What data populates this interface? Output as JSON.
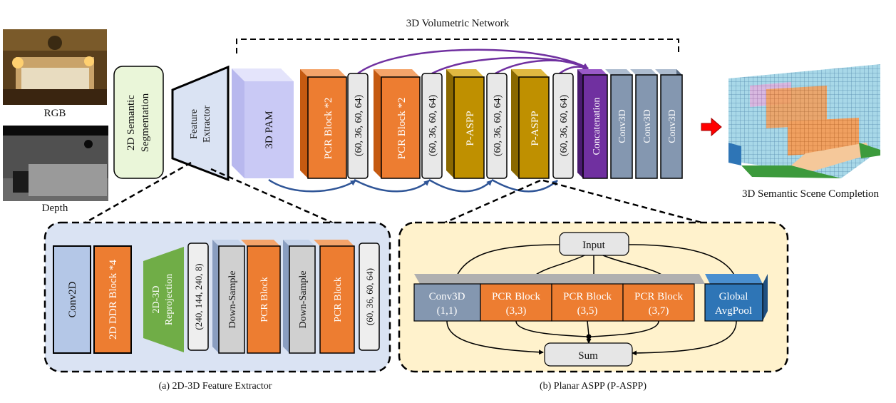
{
  "top": {
    "title": "3D Volumetric Network",
    "rgb_label": "RGB",
    "depth_label": "Depth",
    "seg_label_1": "2D Semantic",
    "seg_label_2": "Segmentation",
    "fe_label_1": "Feature",
    "fe_label_2": "Extractor",
    "pam_label": "3D PAM",
    "pcr1_label": "PCR Block *2",
    "shape1_label": "(60, 36, 60, 64)",
    "pcr2_label": "PCR Block *2",
    "shape2_label": "(60, 36, 60, 64)",
    "paspp1_label": "P-ASPP",
    "shape3_label": "(60, 36, 60, 64)",
    "paspp2_label": "P-ASPP",
    "shape4_label": "(60, 36, 60, 64)",
    "concat_label": "Concatenation",
    "conv3d_labels": [
      "Conv3D",
      "Conv3D",
      "Conv3D"
    ],
    "output_label": "3D Semantic Scene Completion"
  },
  "feature_extractor": {
    "conv2d": "Conv2D",
    "ddr": "2D DDR Block *4",
    "reproj_1": "2D-3D",
    "reproj_2": "Reprojection",
    "shape_a": "(240, 144, 240, 8)",
    "downsample_1": "Down-Sample",
    "pcr_1": "PCR Block",
    "downsample_2": "Down-Sample",
    "pcr_2": "PCR Block",
    "shape_b": "(60, 36, 60, 64)",
    "caption": "(a) 2D-3D Feature Extractor"
  },
  "paspp": {
    "input": "Input",
    "conv3d_1": "Conv3D",
    "conv3d_2": "(1,1)",
    "pcr33_1": "PCR Block",
    "pcr33_2": "(3,3)",
    "pcr35_1": "PCR Block",
    "pcr35_2": "(3,5)",
    "pcr37_1": "PCR Block",
    "pcr37_2": "(3,7)",
    "gap_1": "Global",
    "gap_2": "AvgPool",
    "sum": "Sum",
    "caption": "(b) Planar ASPP (P-ASPP)"
  },
  "colors": {
    "pcr_orange": "#ed7d31",
    "paspp_gold": "#bf9000",
    "concat_purple": "#7030a0",
    "conv3d_slate": "#8497b0",
    "pam_lavender": "#c9c9f5",
    "seg_green": "#eaf6d9",
    "reproj_green": "#70ad47",
    "conv2d_blue": "#b4c7e7",
    "gap_blue": "#2e75b6",
    "panel_a_bg": "#dae3f3",
    "panel_b_bg": "#fff2cc",
    "skip_purple": "#7030a0",
    "skip_blue": "#2f5597",
    "red_arrow": "#ff0000"
  }
}
